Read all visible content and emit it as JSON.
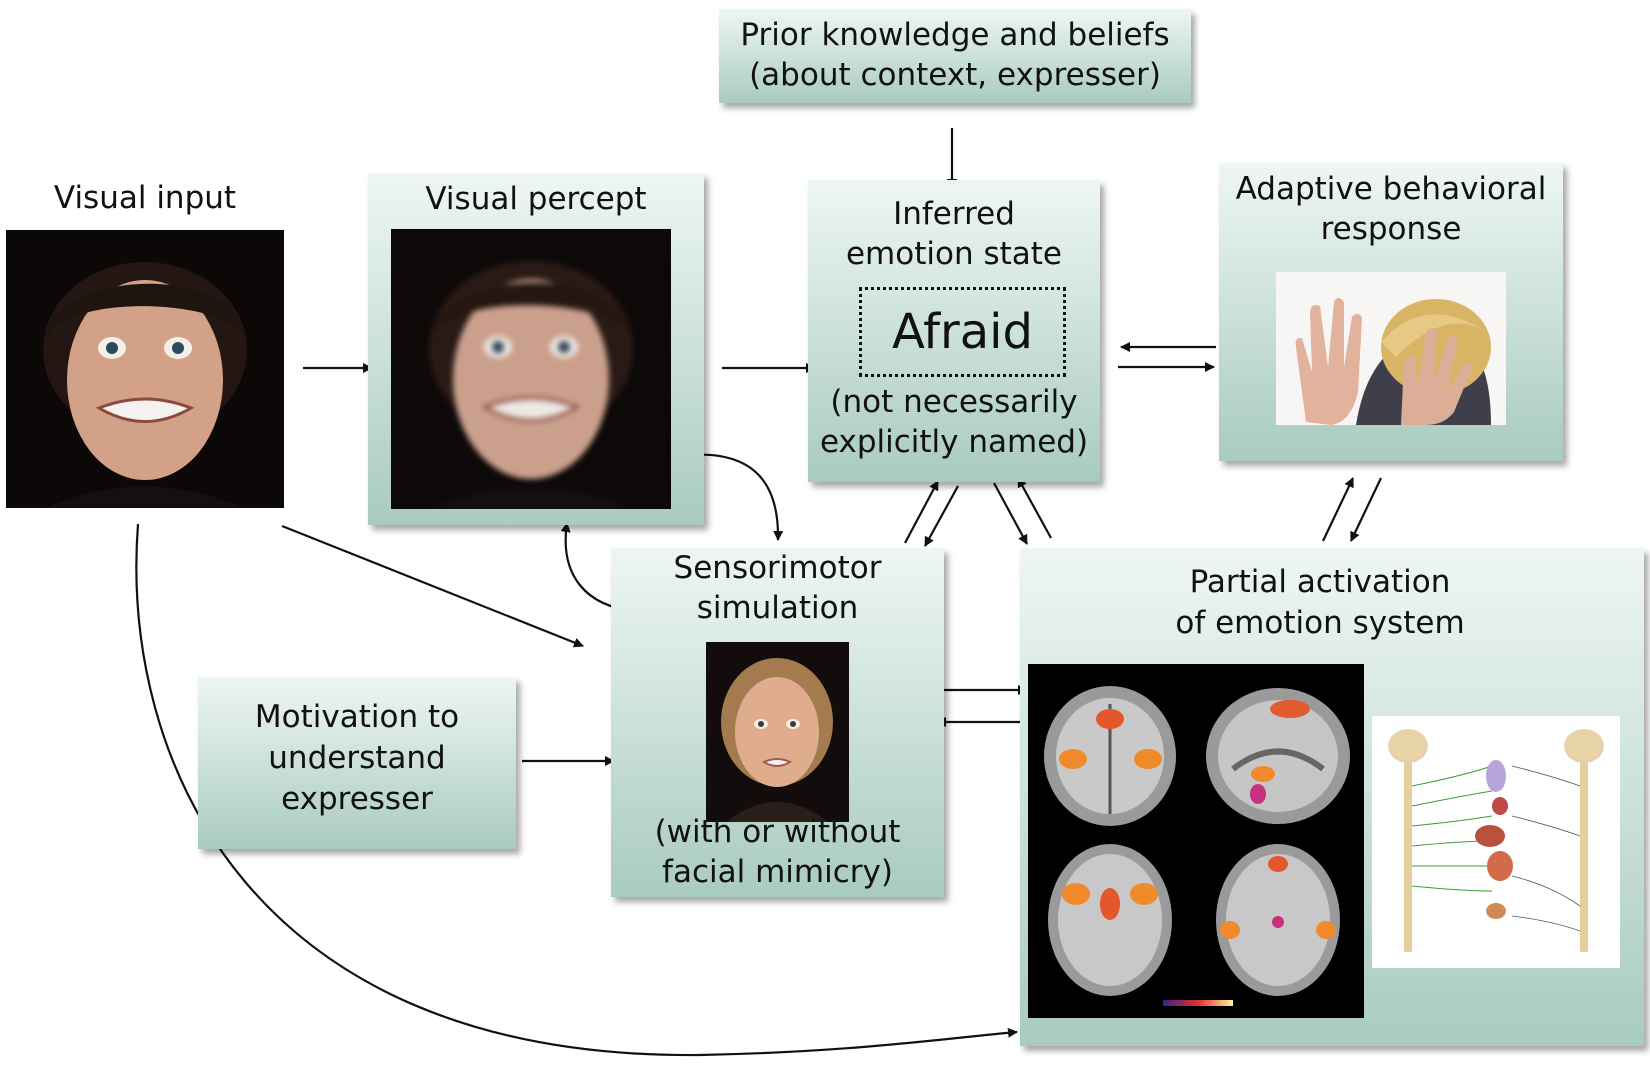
{
  "nodes": {
    "prior_knowledge": {
      "line1": "Prior knowledge and beliefs",
      "line2": "(about context, expresser)"
    },
    "visual_input": {
      "title": "Visual input"
    },
    "visual_percept": {
      "title": "Visual percept"
    },
    "inferred_emotion": {
      "line1": "Inferred",
      "line2": "emotion state",
      "label": "Afraid",
      "note1": "(not necessarily",
      "note2": "explicitly named)"
    },
    "adaptive_response": {
      "line1": "Adaptive behavioral",
      "line2": "response"
    },
    "sensorimotor": {
      "line1": "Sensorimotor",
      "line2": "simulation",
      "note1": "(with or without",
      "note2": "facial mimicry)"
    },
    "motivation": {
      "line1": "Motivation to",
      "line2": "understand",
      "line3": "expresser"
    },
    "partial_activation": {
      "line1": "Partial activation",
      "line2": "of emotion system"
    }
  },
  "icons": [
    "face-photo-male-fear",
    "face-photo-male-fear-blurred",
    "hands-shielding-photo",
    "face-photo-female-fear",
    "brain-fmri-scans",
    "autonomic-nervous-system-chart"
  ]
}
